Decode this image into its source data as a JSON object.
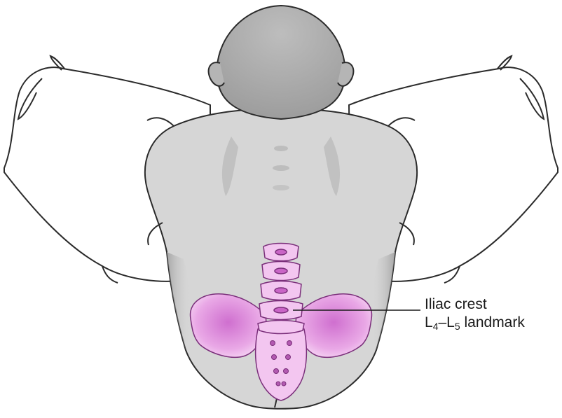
{
  "labels": {
    "line1": "Iliac crest",
    "line2": {
      "l_letter_a": "L",
      "sub_a": "4",
      "dash": "–",
      "l_letter_b": "L",
      "sub_b": "5",
      "rest": " landmark"
    }
  },
  "colors": {
    "body_fill": "#d6d6d6",
    "body_shadow": "#a9a9a9",
    "outline": "#2b2b2b",
    "bone_fill": "#f3c6f0",
    "bone_deep": "#d986d4",
    "bone_outline": "#7a2f7a"
  }
}
